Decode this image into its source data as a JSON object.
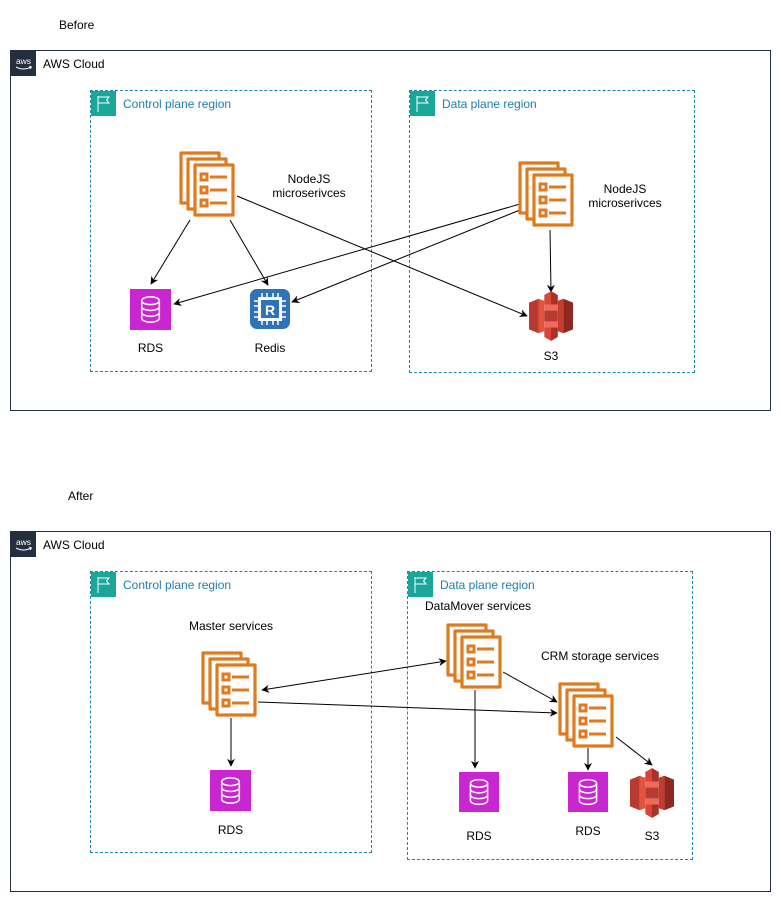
{
  "before": {
    "title": "Before",
    "cloud_label": "AWS Cloud",
    "cloud_logo_text": "aws",
    "regions": {
      "control": {
        "label": "Control plane region"
      },
      "data": {
        "label": "Data plane region"
      }
    },
    "nodes": {
      "cp_services": {
        "label_line1": "NodeJS",
        "label_line2": "microserivces",
        "icon": "ecs-service-icon"
      },
      "dp_services": {
        "label_line1": "NodeJS",
        "label_line2": "microserivces",
        "icon": "ecs-service-icon"
      },
      "rds": {
        "label": "RDS",
        "icon": "rds-database-icon"
      },
      "redis": {
        "label": "Redis",
        "icon": "redis-chip-icon",
        "glyph": "R"
      },
      "s3": {
        "label": "S3",
        "icon": "s3-bucket-icon"
      }
    },
    "edges": [
      {
        "from": "cp_services",
        "to": "rds"
      },
      {
        "from": "cp_services",
        "to": "redis"
      },
      {
        "from": "cp_services",
        "to": "s3"
      },
      {
        "from": "dp_services",
        "to": "rds"
      },
      {
        "from": "dp_services",
        "to": "redis"
      },
      {
        "from": "dp_services",
        "to": "s3"
      }
    ]
  },
  "after": {
    "title": "After",
    "cloud_label": "AWS Cloud",
    "cloud_logo_text": "aws",
    "regions": {
      "control": {
        "label": "Control plane region"
      },
      "data": {
        "label": "Data plane region"
      }
    },
    "nodes": {
      "master": {
        "label": "Master services",
        "icon": "ecs-service-icon"
      },
      "datamover": {
        "label": "DataMover services",
        "icon": "ecs-service-icon"
      },
      "crm": {
        "label": "CRM storage services",
        "icon": "ecs-service-icon"
      },
      "rds_master": {
        "label": "RDS",
        "icon": "rds-database-icon"
      },
      "rds_datamover": {
        "label": "RDS",
        "icon": "rds-database-icon"
      },
      "rds_crm": {
        "label": "RDS",
        "icon": "rds-database-icon"
      },
      "s3": {
        "label": "S3",
        "icon": "s3-bucket-icon"
      }
    },
    "edges": [
      {
        "from": "master",
        "to": "datamover",
        "bidirectional": true
      },
      {
        "from": "master",
        "to": "crm"
      },
      {
        "from": "master",
        "to": "rds_master"
      },
      {
        "from": "datamover",
        "to": "crm"
      },
      {
        "from": "datamover",
        "to": "rds_datamover"
      },
      {
        "from": "crm",
        "to": "rds_crm"
      },
      {
        "from": "crm",
        "to": "s3"
      }
    ]
  },
  "colors": {
    "aws_dark": "#232f3e",
    "region_teal": "#1ba69b",
    "region_text": "#1b7fa8",
    "service_orange": "#e07a1f",
    "rds_magenta": "#c925d1",
    "redis_blue": "#2e73b8",
    "s3_red": "#d9453a"
  }
}
